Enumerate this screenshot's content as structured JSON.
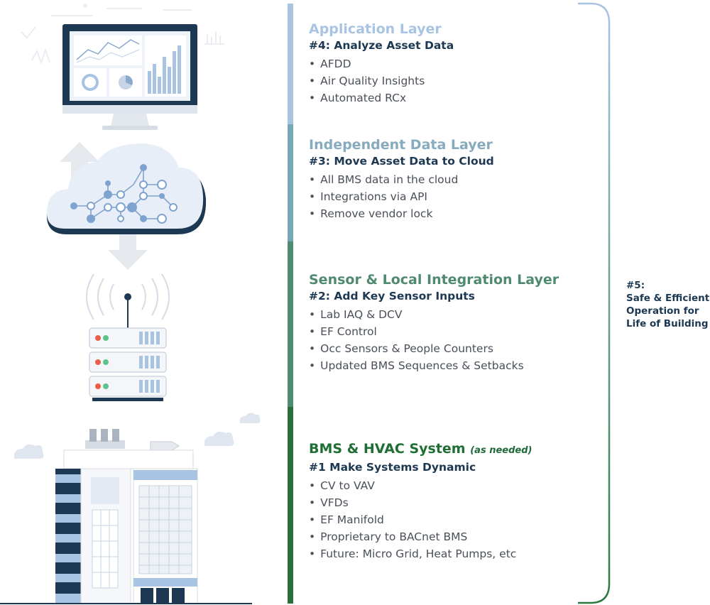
{
  "layers": [
    {
      "title": "Application Layer",
      "step": "#4: Analyze Asset Data",
      "items": [
        "AFDD",
        "Air Quality Insights",
        "Automated RCx"
      ],
      "color": "#a9c4e3",
      "bar_color": "#a9c4e3"
    },
    {
      "title": "Independent Data Layer",
      "step": "#3: Move Asset Data to Cloud",
      "items": [
        "All BMS data in the cloud",
        "Integrations via API",
        "Remove vendor lock"
      ],
      "color": "#86abbf",
      "bar_color": "#78a7ba"
    },
    {
      "title": "Sensor & Local Integration Layer",
      "step": "#2: Add Key Sensor Inputs",
      "items": [
        "Lab IAQ & DCV",
        "EF Control",
        "Occ Sensors & People Counters",
        "Updated BMS Sequences & Setbacks"
      ],
      "color": "#4f8a70",
      "bar_color": "#4f8d72"
    },
    {
      "title": "BMS & HVAC System",
      "note": "(as needed)",
      "step": "#1 Make Systems Dynamic",
      "items": [
        "CV to VAV",
        "VFDs",
        "EF Manifold",
        "Proprietary to BACnet BMS",
        "Future: Micro Grid, Heat Pumps, etc"
      ],
      "color": "#1f6e33",
      "bar_color": "#2a6e3a"
    }
  ],
  "goal": {
    "number": "#5:",
    "lines": [
      "Safe & Efficient",
      "Operation for",
      "Life of Building"
    ]
  },
  "brace_colors": {
    "top": "#a9c4e3",
    "bottom": "#2a7a3e"
  },
  "icons": [
    "monitor-dashboard-icon",
    "cloud-network-icon",
    "wireless-server-icon",
    "building-icon"
  ]
}
